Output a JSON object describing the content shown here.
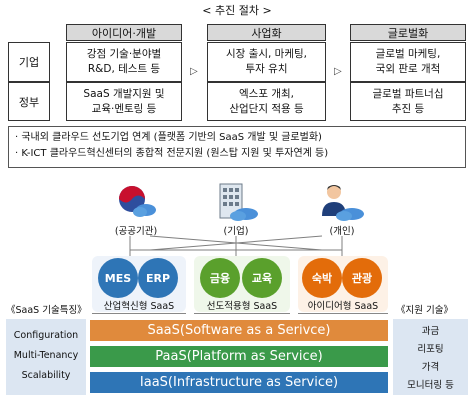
{
  "title": "< 추진 절차 >",
  "rows": [
    "기업",
    "정부"
  ],
  "columns": [
    {
      "head": "아이디어·개발",
      "r1": [
        "강점 기술·분야별",
        "R&D, 테스트 등"
      ],
      "r2": [
        "SaaS 개발지원 및",
        "교육·멘토링 등"
      ]
    },
    {
      "head": "사업화",
      "r1": [
        "시장 출시, 마케팅,",
        "투자 유치"
      ],
      "r2": [
        "엑스포 개최,",
        "산업단지 적용 등"
      ]
    },
    {
      "head": "글로벌화",
      "r1": [
        "글로벌 마케팅,",
        "국외 판로 개척"
      ],
      "r2": [
        "글로벌 파트너십",
        "추진 등"
      ]
    }
  ],
  "arrows": [
    "▷",
    "▷"
  ],
  "notes": [
    "· 국내외 클라우드 선도기업 연계 (플랫폼 기반의 SaaS 개발 및 글로벌화)",
    "· K-ICT 클라우드혁신센터의 종합적 전문지원 (원스탑 지원 및 투자연계 등)"
  ],
  "actors": [
    "(공공기관)",
    "(기업)",
    "(개인)"
  ],
  "groups": [
    {
      "circles": [
        "MES",
        "ERP"
      ],
      "color": "#2e75b6",
      "label": "산업혁신형 SaaS"
    },
    {
      "circles": [
        "금융",
        "교육"
      ],
      "color": "#5aa02c",
      "label": "선도적용형 SaaS"
    },
    {
      "circles": [
        "숙박",
        "관광"
      ],
      "color": "#e36c0a",
      "label": "아이디어형 SaaS"
    }
  ],
  "left_title": "《SaaS 기술특징》",
  "right_title": "《지원 기술》",
  "left_items": [
    "Configuration",
    "Multi-Tenancy",
    "Scalability"
  ],
  "right_items": [
    "과금",
    "리포팅",
    "가격",
    "모니터링 등"
  ],
  "layers": [
    {
      "label": "SaaS(Software as a Serivce)",
      "color": "#e08a3c"
    },
    {
      "label": "PaaS(Platform as Service)",
      "color": "#3a9a4a"
    },
    {
      "label": "IaaS(Infrastructure as Service)",
      "color": "#2e75b6"
    }
  ]
}
